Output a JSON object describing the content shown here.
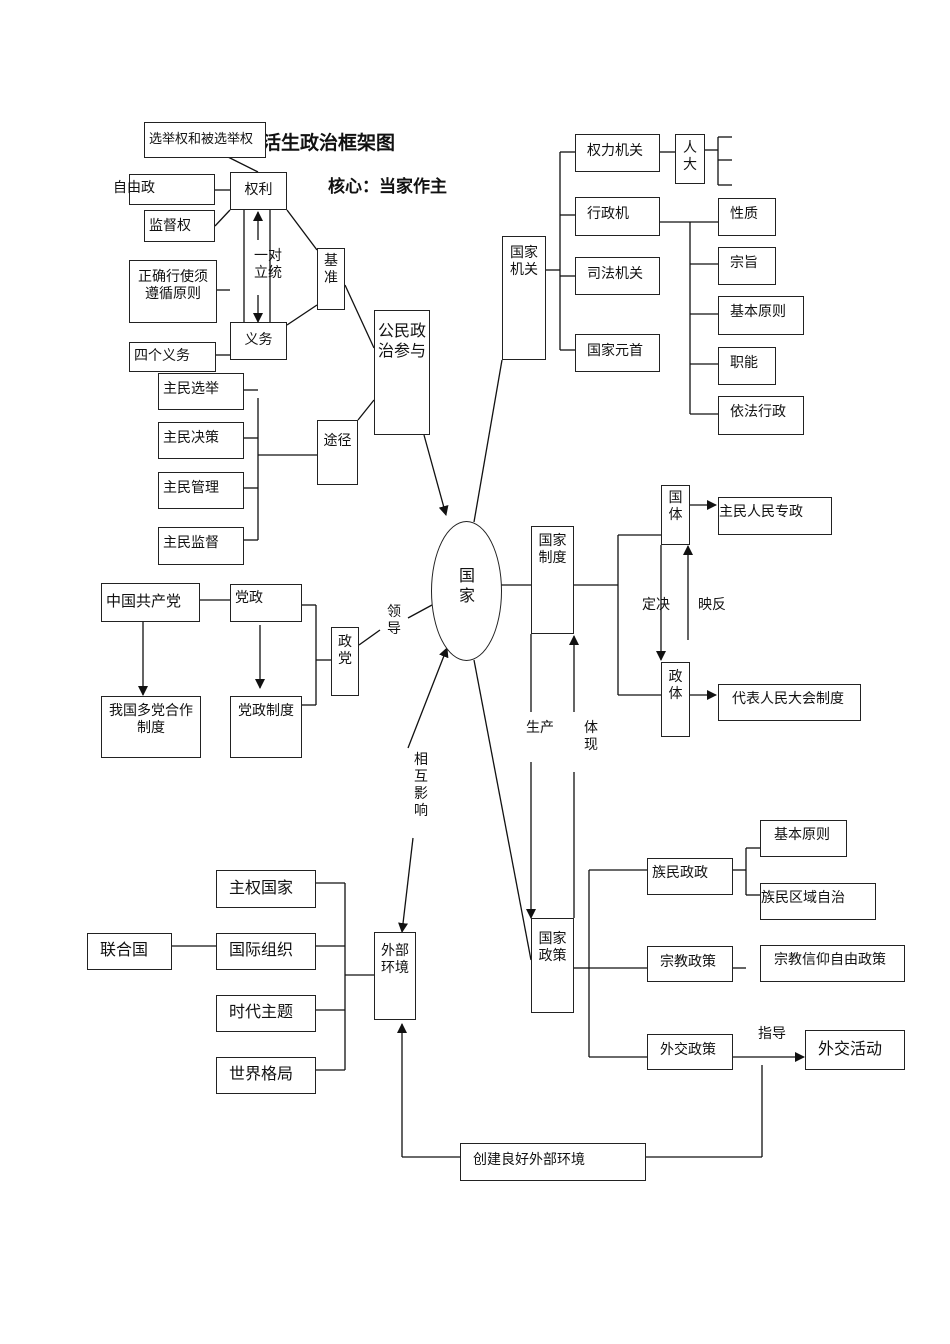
{
  "title": {
    "main": "活生政治框架图",
    "core": "核心：当家作主"
  },
  "left_top": {
    "election_right": "选举权和被选举权",
    "freedom": "自由政",
    "supervision": "监督权",
    "rights": "权利",
    "correct_exercise": "正确行使须遵循原则",
    "unity": "一对立统",
    "obligations": "义务",
    "four_obligations": "四个义务",
    "basis": "基准",
    "civic_participation": "公民政治参与",
    "elect": "主民选举",
    "decide": "主民决策",
    "manage": "主民管理",
    "oversee": "主民监督",
    "channels": "途径"
  },
  "left_mid": {
    "ccp": "中国共产党",
    "party_gov": "党政",
    "party_system": "党政制度",
    "multi_party": "我国多党合作制度",
    "party": "政党",
    "lead": "领导",
    "mutual": "相互影响"
  },
  "left_bottom": {
    "sovereign": "主权国家",
    "intl_org": "国际组织",
    "un": "联合国",
    "era_theme": "时代主题",
    "world_pattern": "世界格局",
    "external_env": "外部环境",
    "good_env": "创建良好外部环境"
  },
  "center": {
    "state": "国家"
  },
  "right_top": {
    "state_organs": "国家机关",
    "power_organ": "权力机关",
    "npc": "人大",
    "gov": "行政机",
    "judicial": "司法机关",
    "head_of_state": "国家元首",
    "nature": "性质",
    "purpose": "宗旨",
    "basic_principle": "基本原则",
    "function": "职能",
    "law_admin": "依法行政"
  },
  "right_mid": {
    "state_system": "国家制度",
    "guoti": "国体",
    "democratic_dictatorship": "主民人民专政",
    "determine": "定决",
    "reflect": "映反",
    "zhengti": "政体",
    "npc_system": "代表人民大会制度",
    "produce": "生产",
    "embody": "体现"
  },
  "right_bottom": {
    "state_policy": "国家政策",
    "ethnic_policy": "族民政政",
    "ethnic_basic": "基本原则",
    "regional_autonomy": "族民区域自治",
    "religion_policy": "宗教政策",
    "religion_freedom": "宗教信仰自由政策",
    "foreign_policy": "外交政策",
    "guide": "指导",
    "diplomacy": "外交活动"
  }
}
